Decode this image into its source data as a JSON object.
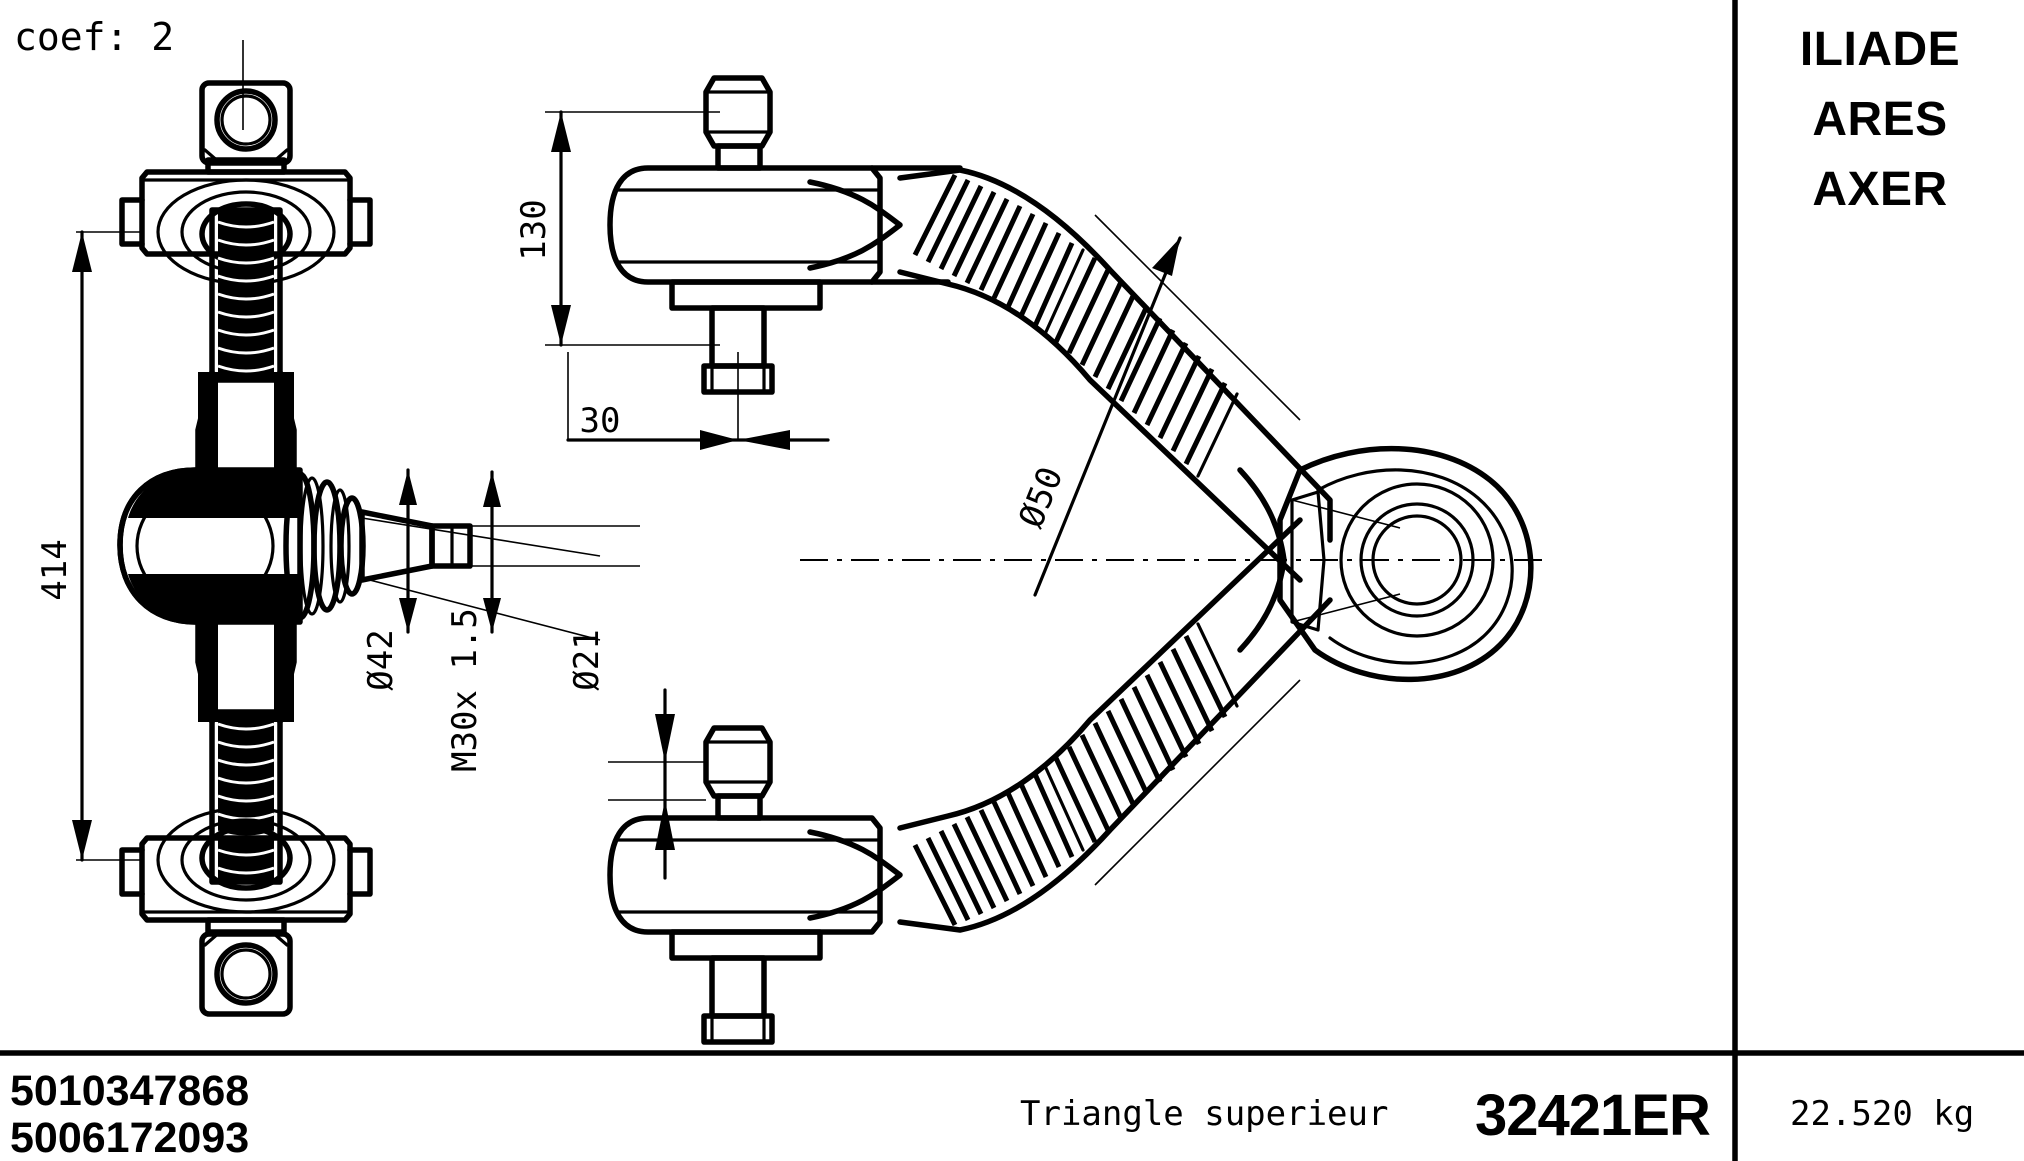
{
  "sheet": {
    "coefficient_label": "coef: 2"
  },
  "brand_block": {
    "lines": [
      "ILIADE",
      "ARES",
      "AXER"
    ]
  },
  "title_block": {
    "part_numbers": [
      "5010347868",
      "5006172093"
    ],
    "description": "Triangle superieur",
    "reference": "32421ER",
    "weight": "22.520 kg"
  },
  "dimensions": {
    "overall_length": "414",
    "bush_height": "130",
    "bush_offset": "30",
    "pin_diameter": "Ø21",
    "ball_diameter": "Ø42",
    "thread": "M30x 1.5",
    "tube_diameter": "Ø50"
  },
  "views": {
    "left_view_name": "ball-joint-side-view",
    "right_view_name": "triangle-plan-view"
  },
  "colors": {
    "line": "#000000",
    "background": "#ffffff"
  }
}
